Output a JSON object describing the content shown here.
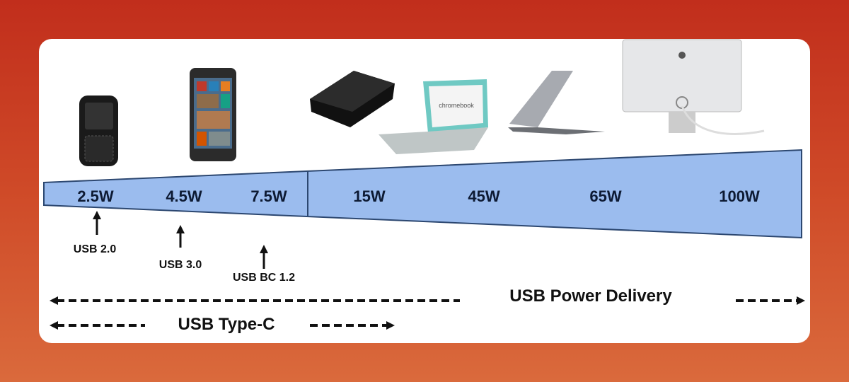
{
  "colors": {
    "wedge_fill": "#9bbcee",
    "wedge_stroke": "#2c4770",
    "background_top": "#c12e1c",
    "background_bottom": "#da6a3c"
  },
  "devices": [
    {
      "name": "blackberry-phone"
    },
    {
      "name": "windows-phone"
    },
    {
      "name": "external-hard-drive"
    },
    {
      "name": "chromebook",
      "screen_text": "chromebook"
    },
    {
      "name": "ultrabook-laptop"
    },
    {
      "name": "imac-desktop"
    }
  ],
  "power_levels": [
    "2.5W",
    "4.5W",
    "7.5W",
    "15W",
    "45W",
    "65W",
    "100W"
  ],
  "standards": [
    {
      "label": "USB 2.0"
    },
    {
      "label": "USB 3.0"
    },
    {
      "label": "USB BC 1.2"
    }
  ],
  "ranges": {
    "power_delivery": "USB Power Delivery",
    "type_c": "USB Type-C"
  }
}
